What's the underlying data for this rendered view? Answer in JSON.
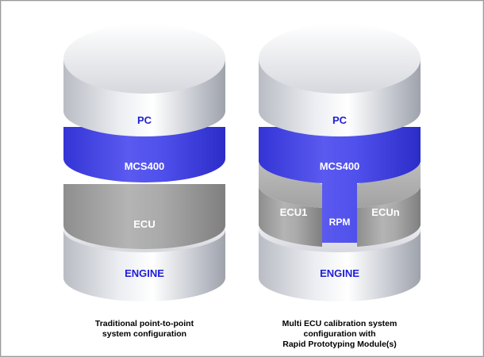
{
  "left_stack": {
    "pc_label": "PC",
    "mcs_label": "MCS400",
    "ecu_label": "ECU",
    "engine_label": "ENGINE",
    "caption": [
      "Traditional point-to-point",
      "system configuration"
    ]
  },
  "right_stack": {
    "pc_label": "PC",
    "mcs_label": "MCS400",
    "ecu1_label": "ECU1",
    "rpm_label": "RPM",
    "ecun_label": "ECUn",
    "engine_label": "ENGINE",
    "caption": [
      "Multi ECU calibration system",
      "configuration with",
      "Rapid Prototyping Module(s)"
    ]
  },
  "colors": {
    "silver": "#c8ccd4",
    "blue": "#4848e6",
    "gray": "#9a9a9a",
    "label_blue": "#2020d8"
  }
}
